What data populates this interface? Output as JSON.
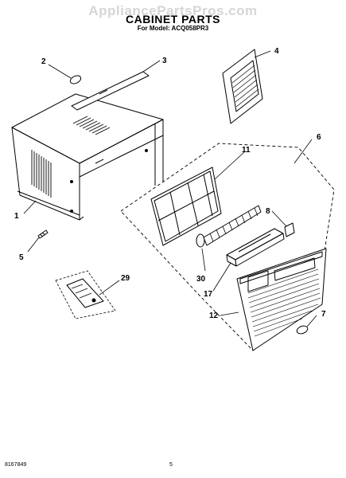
{
  "watermark": "AppliancePartsPros.com",
  "title": "CABINET PARTS",
  "subtitle": "For Model: ACQ058PR3",
  "footer": {
    "doc_number": "8167849",
    "page_number": "5"
  },
  "callouts": [
    "1",
    "2",
    "3",
    "4",
    "5",
    "6",
    "7",
    "8",
    "11",
    "12",
    "17",
    "29",
    "30"
  ]
}
